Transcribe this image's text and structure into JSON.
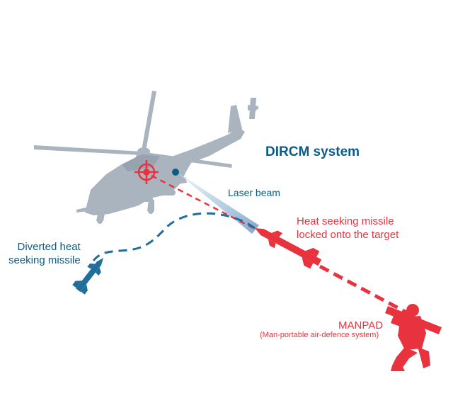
{
  "labels": {
    "dircm_system": "DIRCM system",
    "laser_beam": "Laser beam",
    "heat_missile_line1": "Heat seeking missile",
    "heat_missile_line2": "locked onto the target",
    "diverted_line1": "Diverted heat",
    "diverted_line2": "seeking missile",
    "manpad_title": "MANPAD",
    "manpad_subtitle": "(Man-portable air-defence system)"
  },
  "colors": {
    "helicopter": "#a9b4bf",
    "threat_red": "#e8333f",
    "dircm_blue": "#0b5c86",
    "diverted_blue": "#1f6e9c",
    "laser_light": "#cfe3f2"
  },
  "icons": [
    "helicopter-icon",
    "target-reticle-icon",
    "missile-icon",
    "diverted-missile-icon",
    "manpad-soldier-icon"
  ]
}
